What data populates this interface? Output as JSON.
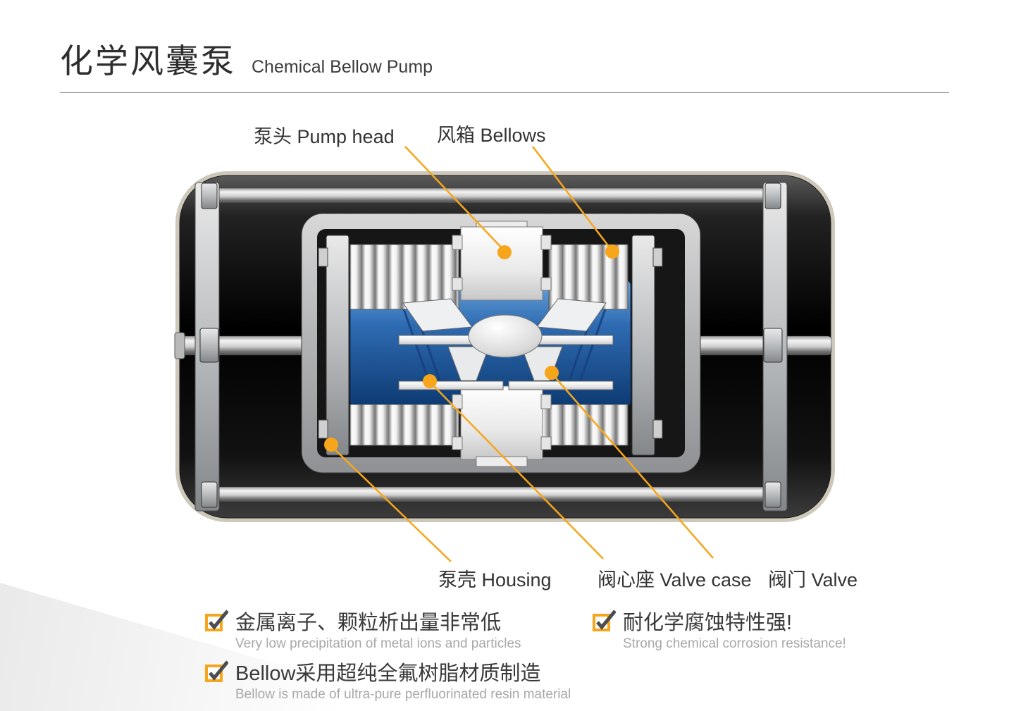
{
  "header": {
    "title_zh": "化学风囊泵",
    "title_en": "Chemical Bellow Pump"
  },
  "diagram": {
    "type": "cutaway-technical-diagram",
    "subject": "chemical bellow pump",
    "labels": {
      "pump_head": "泵头 Pump head",
      "bellows": "风箱 Bellows",
      "housing": "泵壳 Housing",
      "valve_case": "阀心座 Valve case",
      "valve": "阀门 Valve"
    },
    "icons": {
      "callout_marker": "orange-dot",
      "feature_bullet": "orange-checkbox-with-check"
    }
  },
  "features": [
    {
      "zh": "金属离子、颗粒析出量非常低",
      "en": "Very low precipitation of metal ions and particles"
    },
    {
      "zh": "耐化学腐蚀特性强!",
      "en": "Strong chemical corrosion resistance!"
    },
    {
      "zh": "Bellow采用超纯全氟树脂材质制造",
      "en": "Bellow is made of ultra-pure perfluorinated resin material"
    }
  ],
  "colors": {
    "accent": "#f7a61b",
    "blue_chamber": "#2f6cb3",
    "body_dark": "#111111",
    "text_primary": "#333333",
    "text_secondary": "#a8a8a8"
  }
}
